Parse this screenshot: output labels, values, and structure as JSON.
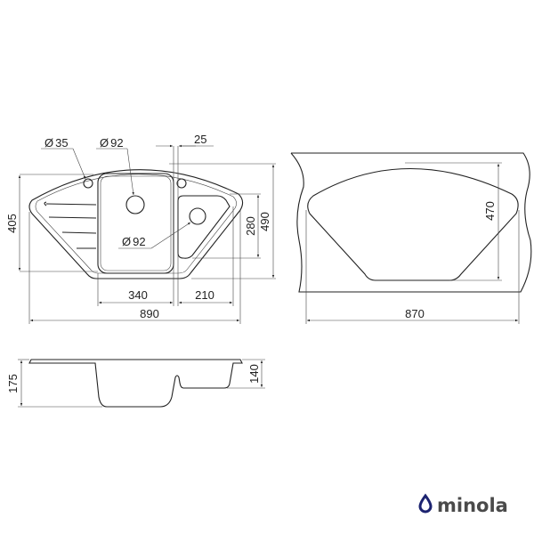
{
  "top_view": {
    "tap_hole_diameter": "35",
    "main_drain_diameter": "92",
    "second_drain_diameter": "92",
    "diameter_symbol": "Ø",
    "offset": "25",
    "depth_overall": "405",
    "depth_total": "490",
    "second_bowl_depth": "280",
    "main_bowl_width": "340",
    "second_bowl_width": "210",
    "total_width": "890"
  },
  "cutout_view": {
    "depth": "470",
    "width": "870"
  },
  "side_view": {
    "main_bowl_depth": "175",
    "second_bowl_depth": "140"
  },
  "logo": {
    "text": "minola",
    "color": "#1c2370"
  }
}
